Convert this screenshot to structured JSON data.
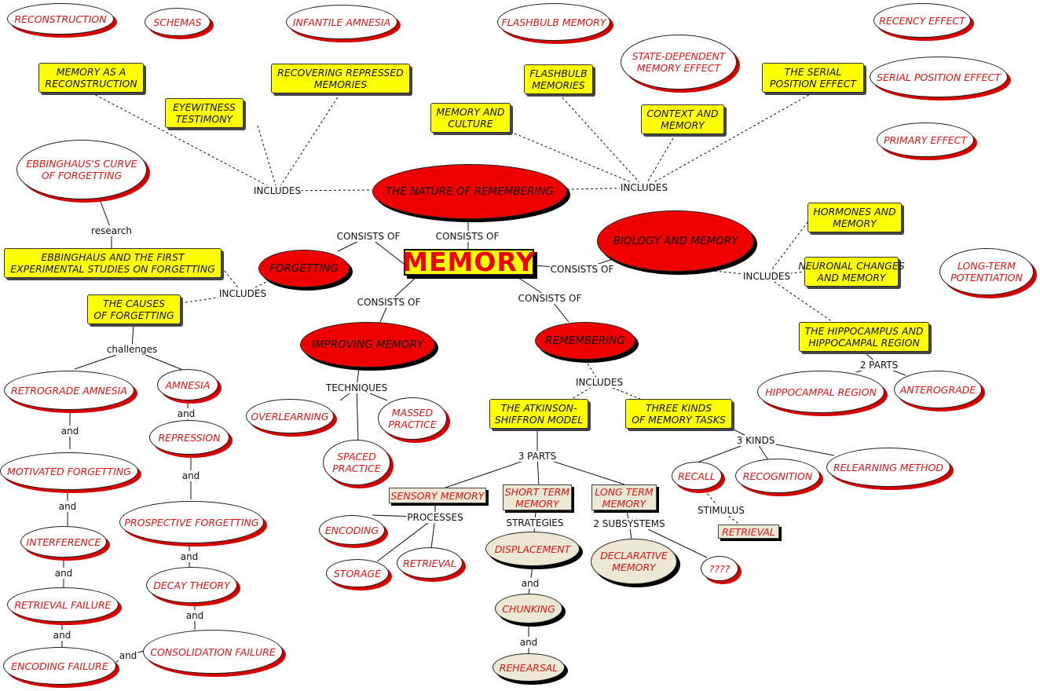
{
  "nodes": {
    "reconstruction": "RECONSTRUCTION",
    "schemas": "SCHEMAS",
    "infantile_amnesia": "INFANTILE AMNESIA",
    "flashbulb_memory": "FLASHBULB MEMORY",
    "recency_effect": "RECENCY EFFECT",
    "memory_as_reconstruction": "MEMORY AS A\nRECONSTRUCTION",
    "recovering_repressed": "RECOVERING REPRESSED\nMEMORIES",
    "flashbulb_memories": "FLASHBULB\nMEMORIES",
    "state_dependent": "STATE-DEPENDENT\nMEMORY EFFECT",
    "serial_position_box": "THE SERIAL\nPOSITION EFFECT",
    "serial_position_effect": "SERIAL POSITION EFFECT",
    "eyewitness": "EYEWITNESS\nTESTIMONY",
    "memory_culture": "MEMORY AND\nCULTURE",
    "context_memory": "CONTEXT AND\nMEMORY",
    "primary_effect": "PRIMARY EFFECT",
    "ebbinghaus_curve": "EBBINGHAUS'S CURVE\nOF FORGETTING",
    "nature_of_remembering": "THE NATURE OF REMEMBERING",
    "hormones_memory": "HORMONES AND\nMEMORY",
    "biology_memory": "BIOLOGY  AND  MEMORY",
    "ebbinghaus_studies": "EBBINGHAUS AND THE FIRST\nEXPERIMENTAL STUDIES ON FORGETTING",
    "forgetting": "FORGETTING",
    "memory": "MEMORY",
    "neuronal_changes": "NEURONAL CHANGES\nAND MEMORY",
    "long_term_potentiation": "LONG-TERM\nPOTENTIATION",
    "causes_forgetting": "THE CAUSES\nOF FORGETTING",
    "improving_memory": "IMPROVING MEMORY",
    "remembering": "REMEMBERING",
    "hippocampus": "THE HIPPOCAMPUS AND\nHIPPOCAMPAL REGION",
    "retrograde_amnesia": "RETROGRADE AMNESIA",
    "amnesia": "AMNESIA",
    "hippocampal_region": "HIPPOCAMPAL REGION",
    "anterograde": "ANTEROGRADE",
    "overlearning": "OVERLEARNING",
    "massed_practice": "MASSED\nPRACTICE",
    "atkinson_shiffron": "THE ATKINSON-\nSHIFFRON MODEL",
    "three_kinds_tasks": "THREE KINDS\nOF MEMORY TASKS",
    "repression": "REPRESSION",
    "spaced_practice": "SPACED\nPRACTICE",
    "motivated_forgetting": "MOTIVATED FORGETTING",
    "recall": "RECALL",
    "recognition": "RECOGNITION",
    "relearning_method": "RELEARNING METHOD",
    "sensory_memory": "SENSORY MEMORY",
    "short_term_memory": "SHORT TERM\nMEMORY",
    "long_term_memory": "LONG TERM\nMEMORY",
    "prospective_forgetting": "PROSPECTIVE FORGETTING",
    "encoding": "ENCODING",
    "retrieval_box": "RETRIEVAL",
    "interference": "INTERFERENCE",
    "displacement": "DISPLACEMENT",
    "declarative_memory": "DECLARATIVE\nMEMORY",
    "storage": "STORAGE",
    "retrieval": "RETRIEVAL",
    "unknown": "????",
    "decay_theory": "DECAY THEORY",
    "retrieval_failure": "RETRIEVAL FAILURE",
    "chunking": "CHUNKING",
    "consolidation_failure": "CONSOLIDATION FAILURE",
    "encoding_failure": "ENCODING FAILURE",
    "rehearsal": "REHEARSAL"
  },
  "labels": {
    "includes_left": "INCLUDES",
    "includes_right": "INCLUDES",
    "consists_of_1": "CONSISTS OF",
    "consists_of_2": "CONSISTS OF",
    "consists_of_3": "CONSISTS OF",
    "consists_of_4": "CONSISTS OF",
    "consists_of_5": "CONSISTS OF",
    "research": "research",
    "includes_forgetting": "INCLUDES",
    "includes_biology": "INCLUDES",
    "challenges": "challenges",
    "techniques": "TECHNIQUES",
    "includes_remembering": "INCLUDES",
    "two_parts": "2 PARTS",
    "and_1": "and",
    "and_2": "and",
    "and_3": "and",
    "and_4": "and",
    "and_5": "and",
    "and_6": "and",
    "and_7": "and",
    "and_8": "and",
    "and_9": "and",
    "and_10": "and",
    "and_11": "and",
    "three_parts": "3 PARTS",
    "three_kinds": "3 KINDS",
    "processes": "PROCESSES",
    "strategies": "STRATEGIES",
    "two_subsystems": "2 SUBSYSTEMS",
    "stimulus": "STIMULUS"
  }
}
